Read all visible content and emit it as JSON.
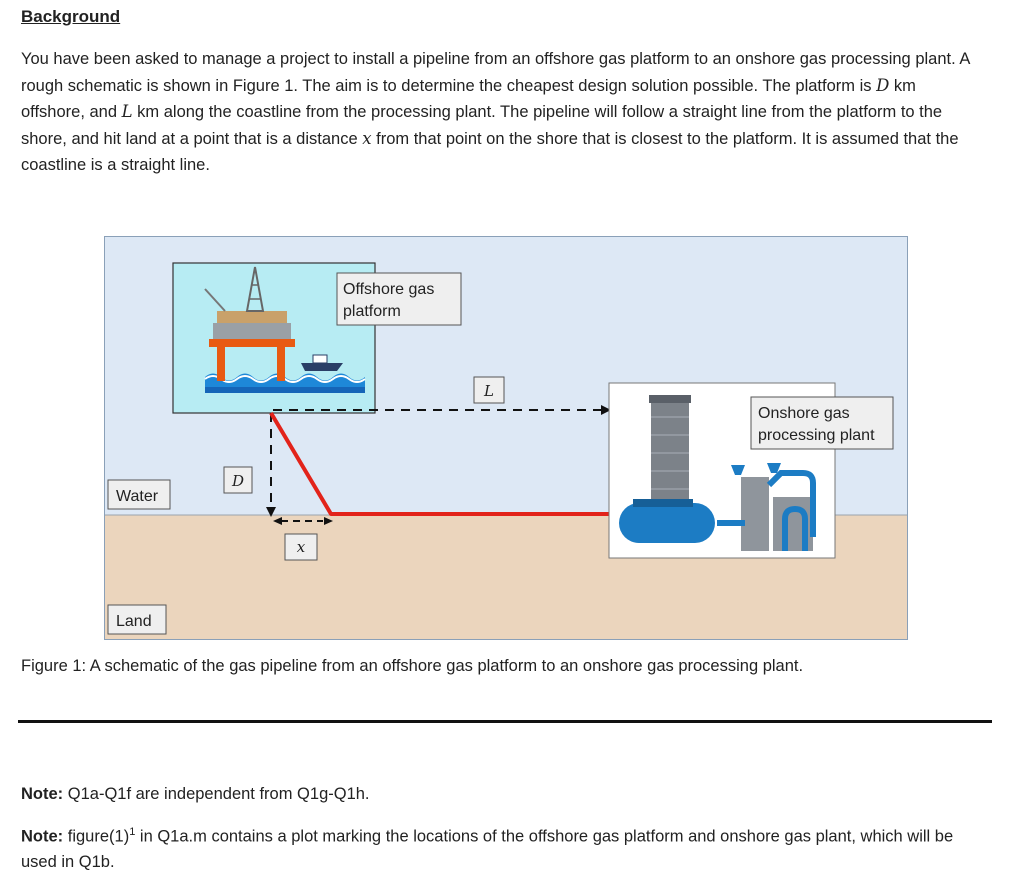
{
  "heading": "Background",
  "intro": {
    "p1": "You have been asked to manage a project to install a pipeline from an offshore gas platform to an onshore gas processing plant. A rough schematic is shown in Figure 1. The aim is to determine the cheapest design solution possible. The platform is ",
    "var_d": "D",
    "p2": " km offshore, and ",
    "var_l": "L",
    "p3": " km along the coastline from the processing plant. The pipeline will follow a straight line from the platform to the shore, and hit land at a point that is a distance ",
    "var_x": "x",
    "p4": " from that point on the shore that is closest to the platform. It is assumed that the coastline is a straight line."
  },
  "figure": {
    "platform_label_line1": "Offshore gas",
    "platform_label_line2": "platform",
    "plant_label_line1": "Onshore gas",
    "plant_label_line2": "processing plant",
    "water_label": "Water",
    "land_label": "Land",
    "d_label": "D",
    "l_label": "L",
    "x_label": "x",
    "colors": {
      "water": "#dde8f5",
      "land": "#ebd5bd",
      "platform_sky": "#b7ecf3",
      "pipeline": "#e2231a",
      "label_fill": "#efefef"
    }
  },
  "caption": "Figure 1: A schematic of the gas pipeline from an offshore gas platform to an onshore gas processing plant.",
  "note1": {
    "label": "Note:",
    "text": " Q1a-Q1f are independent from Q1g-Q1h."
  },
  "note2": {
    "label": "Note:",
    "text_a": " figure(1)",
    "sup": "1",
    "text_b": " in Q1a.m contains a plot marking the locations of the offshore gas platform and onshore gas plant, which will be used in Q1b."
  }
}
